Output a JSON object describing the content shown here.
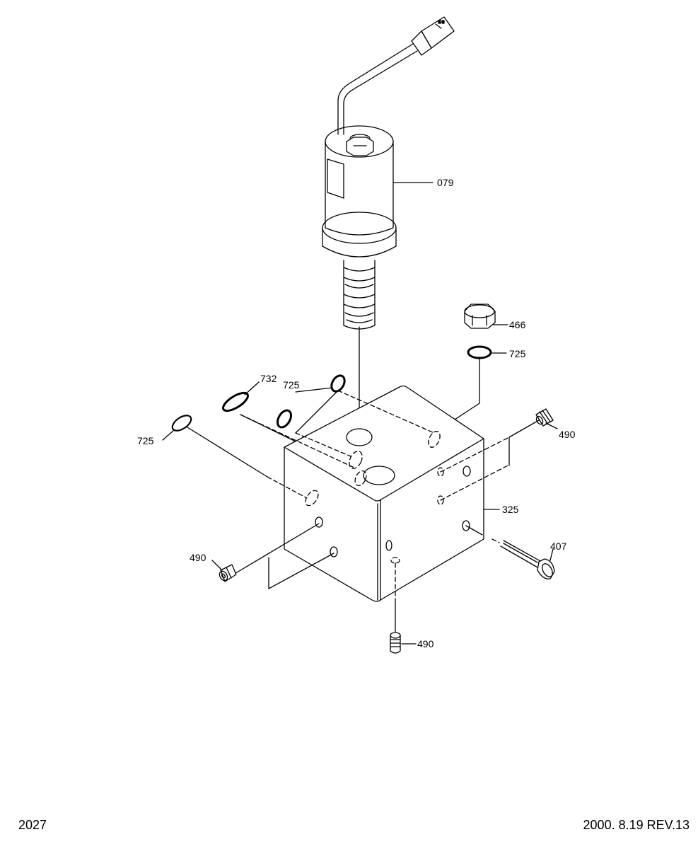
{
  "diagram": {
    "part_labels": {
      "solenoid_valve": "079",
      "plug": "466",
      "o_ring_plug": "725",
      "o_ring_top_left": "725",
      "o_ring_left": "725",
      "o_ring_oval": "732",
      "set_screw_right": "490",
      "set_screw_left": "490",
      "set_screw_bottom": "490",
      "block": "325",
      "socket_bolt": "407"
    }
  },
  "footer": {
    "page_number": "2027",
    "revision": "2000. 8.19 REV.13"
  }
}
